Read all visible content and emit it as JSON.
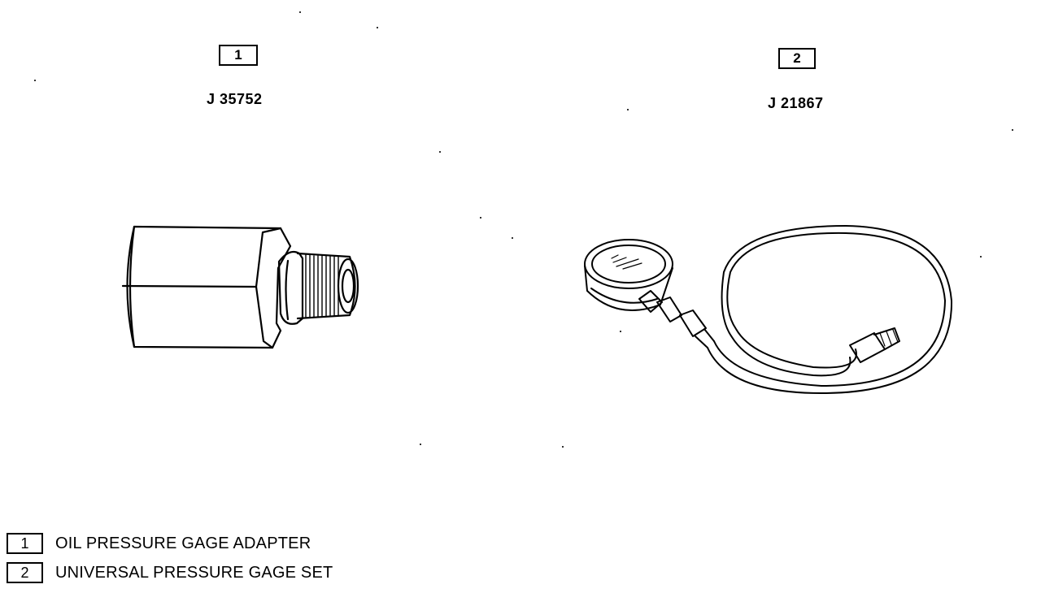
{
  "tools": [
    {
      "number": "1",
      "part_number": "J 35752"
    },
    {
      "number": "2",
      "part_number": "J 21867"
    }
  ],
  "legend": [
    {
      "number": "1",
      "label": "OIL PRESSURE GAGE ADAPTER"
    },
    {
      "number": "2",
      "label": "UNIVERSAL PRESSURE GAGE SET"
    }
  ]
}
